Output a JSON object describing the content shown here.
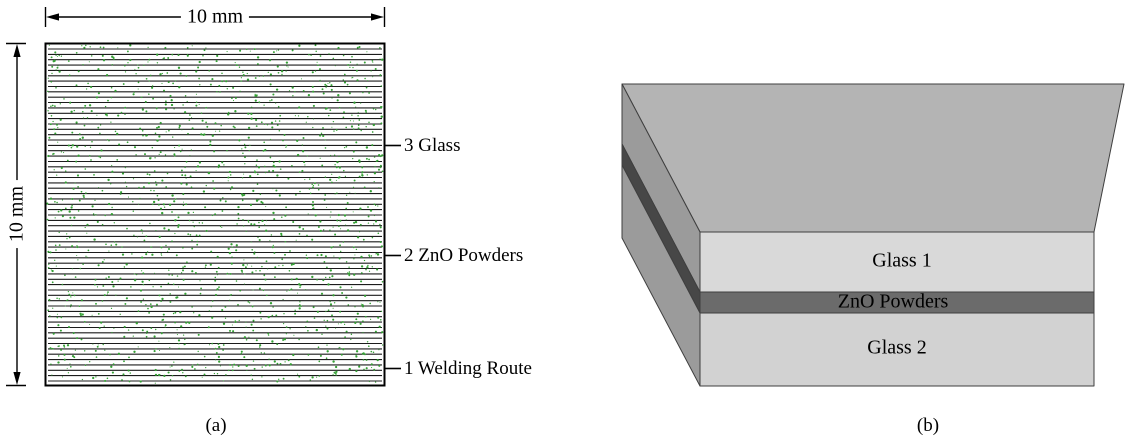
{
  "figure": {
    "panel_a": {
      "caption": "(a)",
      "dimension_top": "10 mm",
      "dimension_left": "10 mm",
      "callouts": [
        "3 Glass",
        "2 ZnO Powders",
        "1 Welding Route"
      ]
    },
    "panel_b": {
      "caption": "(b)",
      "layer_labels": [
        "Glass 1",
        "ZnO Powders",
        "Glass 2"
      ]
    },
    "colors": {
      "outline": "#000000",
      "weld_line": "#1c1c1c",
      "speckle_green": "#35a035",
      "top_face": "#b4b4b4",
      "glass1_front": "#d9d9d9",
      "zno_front": "#6b6b6b",
      "glass2_front": "#d2d2d2",
      "glass_side": "#9b9b9b",
      "zno_side": "#474747"
    }
  }
}
